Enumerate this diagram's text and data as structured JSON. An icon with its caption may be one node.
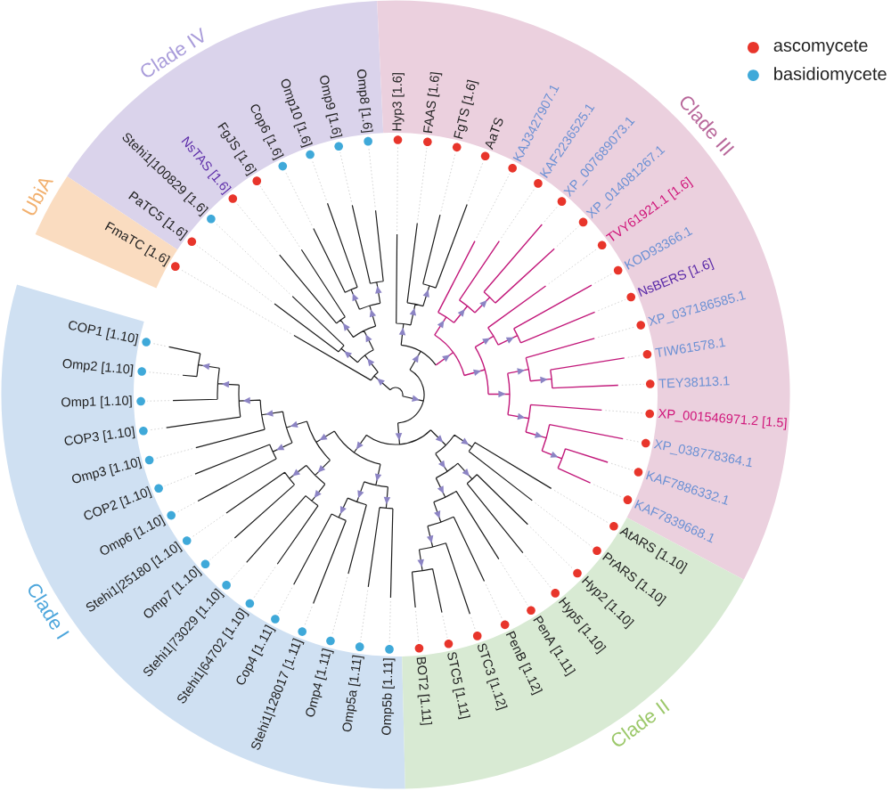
{
  "diagram": {
    "nodes": [
      {
        "text": [
          "Clade IV",
          "PaTC5 [1.6]",
          "Stehi1|100829 [1.6]",
          "NsTAS [1.6]",
          "FgJS [1.6]",
          "Cop6 [1.6]",
          "Omp10 [1.6]",
          "Omp9 [1.6]",
          "Omp8 [1.6]"
        ]
      },
      {
        "text": [
          "Clade III",
          "Hyp3 [1.6]",
          "FAAS [1.6]",
          "FgTS [1.6]",
          "AaTS",
          "KAJ3427907.1",
          "KAF2236525.1",
          "XP_007689073.1",
          "XP_014081267.1",
          "TVY61921.1 [1.6]",
          "KOD93366.1",
          "NsBERS [1.6]",
          "XP_037186585.1",
          "TIW61578.1",
          "TEY38113.1",
          "XP_001546971.2 [1.5]",
          "XP_038778364.1",
          "KAF7886332.1",
          "KAF7839668.1"
        ]
      },
      {
        "text": [
          "UbiA",
          "FmaTC [1.6]"
        ]
      },
      {
        "text": [
          "Clade I",
          "Omp5b [1.11]",
          "Omp5a [1.11]",
          "Omp4 [1.11]",
          "Stehi1|128017 [1.11]",
          "Cop4 [1.11]",
          "Stehi1|64702 [1.10]",
          "Stehi1|73029 [1.10]",
          "Omp7 [1.10]",
          "Stehi1|25180 [1.10]",
          "Omp6 [1.10]",
          "COP2 [1.10]",
          "Omp3 [1.10]",
          "COP3 [1.10]",
          "Omp1 [1.10]",
          "Omp2 [1.10]",
          "COP1 [1.10]"
        ]
      },
      {
        "text": [
          "Clade II",
          "AtARS [1.10]",
          "PrARS [1.10]",
          "Hyp2 [1.10]",
          "Hyp5 [1.10]",
          "PenA [1.11]",
          "PenB [1.12]",
          "STC3 [1.12]",
          "STC5 [1.11]",
          "BOT2 [1.11]"
        ]
      }
    ],
    "legend": [
      {
        "text": "ascomycete",
        "color": "#e8352b"
      },
      {
        "text": "basidiomycete",
        "color": "#3fa9d9"
      }
    ]
  }
}
